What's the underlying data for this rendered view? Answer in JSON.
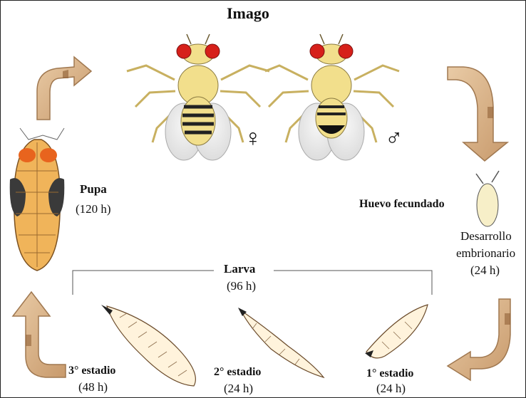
{
  "title": "Imago",
  "stages": {
    "pupa": {
      "name": "Pupa",
      "duration": "(120 h)"
    },
    "egg": {
      "name": "Huevo fecundado"
    },
    "embryo": {
      "name_line1": "Desarrollo",
      "name_line2": "embrionario",
      "duration": "(24 h)"
    },
    "larva": {
      "name": "Larva",
      "duration": "(96 h)"
    },
    "instar1": {
      "name": "1° estadio",
      "duration": "(24 h)"
    },
    "instar2": {
      "name": "2° estadio",
      "duration": "(24 h)"
    },
    "instar3": {
      "name": "3° estadio",
      "duration": "(48 h)"
    }
  },
  "sex_symbols": {
    "female": "♀",
    "male": "♂"
  },
  "colors": {
    "arrow_fill": "#d9b48c",
    "arrow_stroke": "#a07850",
    "fly_body": "#f2df8c",
    "fly_eye": "#d6201a",
    "wing": "#e6e6e6",
    "pupa_body": "#f0b45a",
    "pupa_dark": "#3a3a3a",
    "pupa_orange": "#e8641e",
    "larva_body": "#fff3dc"
  },
  "icons": [
    "cycle-arrow-icon",
    "female-symbol-icon",
    "male-symbol-icon"
  ]
}
